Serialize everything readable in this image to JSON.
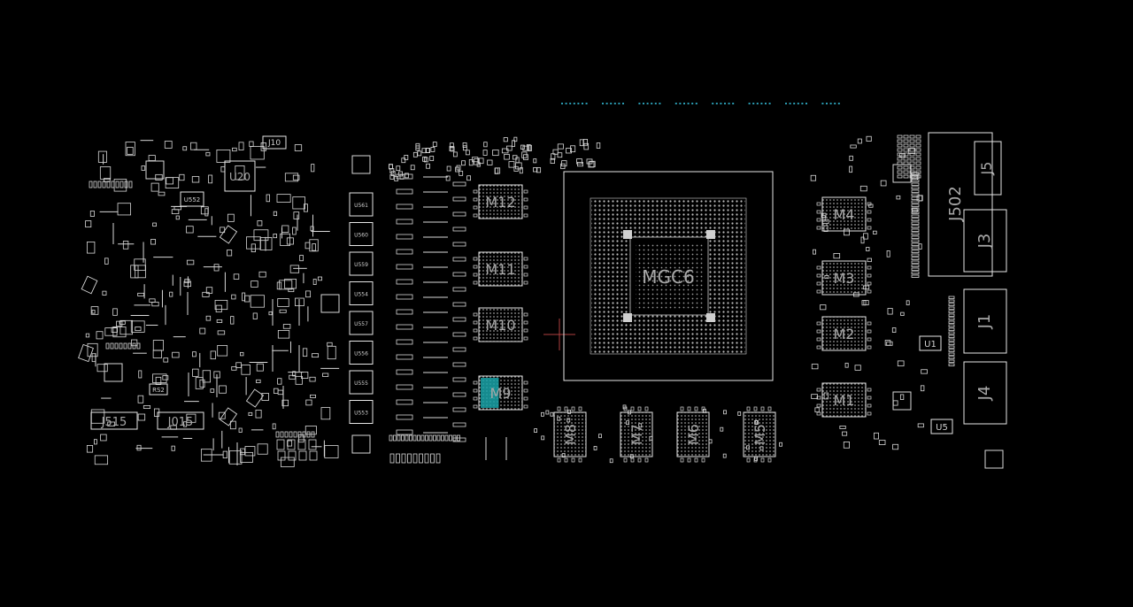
{
  "colors": {
    "background": "#000000",
    "outline": "#e6e6e6",
    "label": "#a8a8a8",
    "highlight": "#1aa3a8",
    "cursor": "#b04040"
  },
  "gpu": {
    "label": "MGC6"
  },
  "memory": {
    "left_column": [
      "M12",
      "M11",
      "M10",
      "M9"
    ],
    "right_column": [
      "M4",
      "M3",
      "M2",
      "M1"
    ],
    "bottom_row": [
      "M8",
      "M7",
      "M6",
      "M5"
    ],
    "selected": "M9"
  },
  "connectors": {
    "j5": "J5",
    "j3": "J3",
    "j1": "J1",
    "j4": "J4",
    "j515": "J515",
    "j015": "J015",
    "j10": "J10",
    "j502": "J502"
  },
  "ics": {
    "u20": "U20",
    "u1": "U1",
    "u5": "U5",
    "u552": "U552",
    "rs2": "RS2"
  },
  "phase_ics": [
    "U561",
    "U560",
    "U559",
    "U554",
    "U557",
    "U556",
    "U555",
    "U553"
  ]
}
